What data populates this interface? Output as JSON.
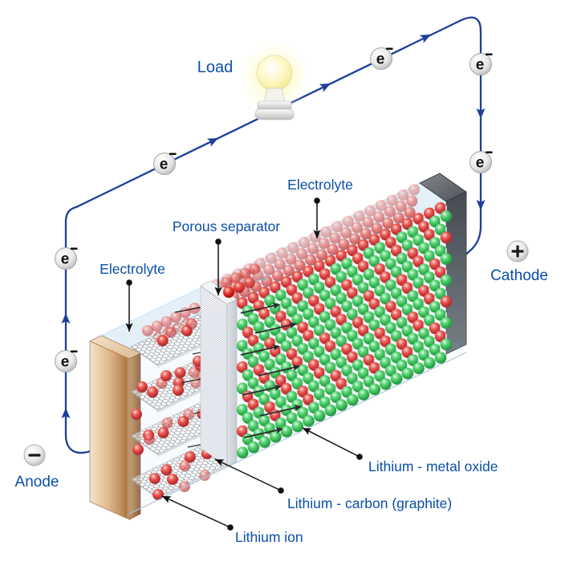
{
  "diagram": {
    "labels": {
      "load": "Load",
      "electrolyte_top": "Electrolyte",
      "porous_separator": "Porous separator",
      "electrolyte_left": "Electrolyte",
      "cathode": "Cathode",
      "anode": "Anode",
      "lithium_metal_oxide": "Lithium - metal oxide",
      "lithium_carbon_graphite": "Lithium - carbon (graphite)",
      "lithium_ion": "Lithium ion"
    },
    "symbols": {
      "electron": "e",
      "electron_sup": "-",
      "plus": "+",
      "minus": "−"
    },
    "circuit": {
      "electron_count": 6,
      "wire_arrow_count": 7
    },
    "colors": {
      "wire_blue": "#1c3f9b",
      "label_blue": "#0b4fa6",
      "leader_black": "#101010",
      "lithium_ion_red": "#d81f1a",
      "metal_oxide_green": "#1fae3d",
      "anode_copper": "#cf9a64",
      "cathode_dark": "#3a3d42",
      "electrolyte_blue": "#cfe4f2",
      "separator_white": "#f4f5f7",
      "bulb_glow": "#fff7b0",
      "ghost_arrow_gray": "#9aa0a8"
    },
    "structure": {
      "graphite_sheets": 4,
      "lattice_cols": 19,
      "lattice_rows": 15
    }
  }
}
